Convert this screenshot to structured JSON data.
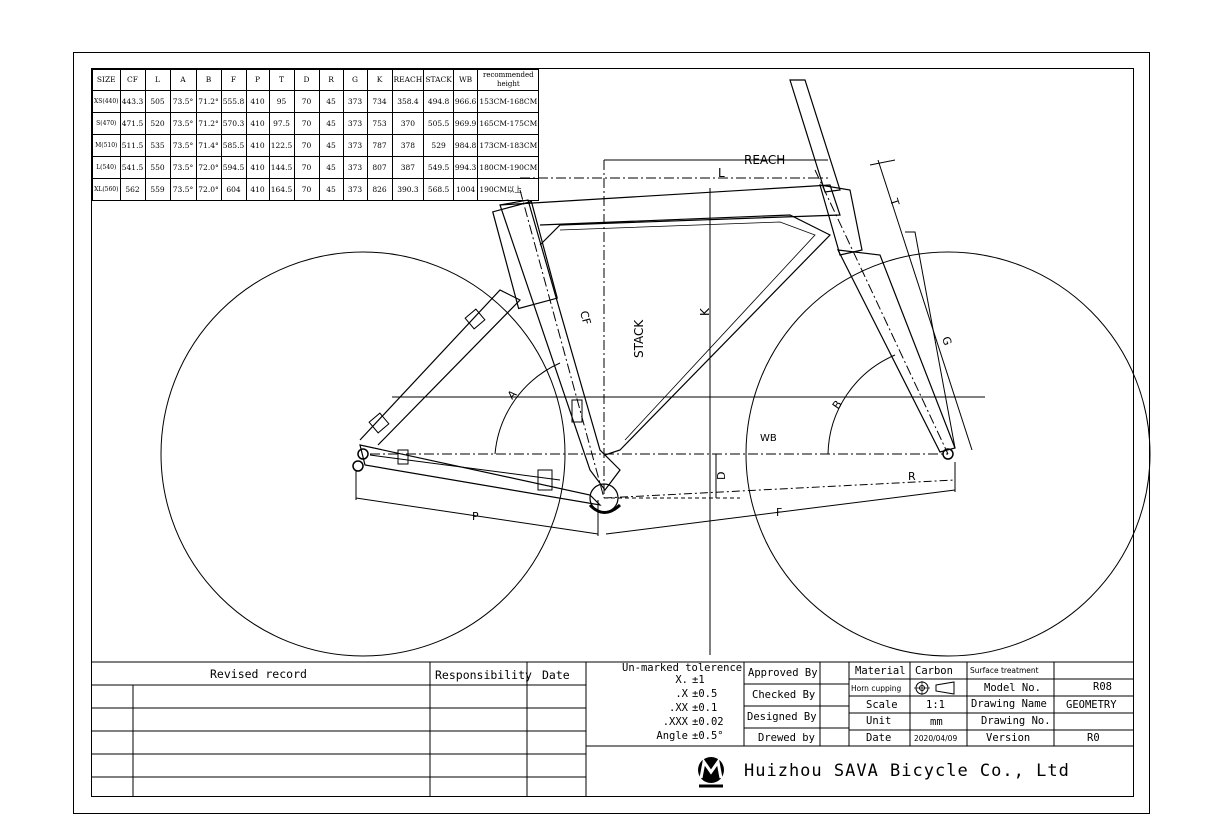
{
  "geometry_table": {
    "headers": [
      "SIZE",
      "CF",
      "L",
      "A",
      "B",
      "F",
      "P",
      "T",
      "D",
      "R",
      "G",
      "K",
      "REACH",
      "STACK",
      "WB",
      "recommended height"
    ],
    "rows": [
      [
        "XS(440)",
        "443.3",
        "505",
        "73.5°",
        "71.2°",
        "555.8",
        "410",
        "95",
        "70",
        "45",
        "373",
        "734",
        "358.4",
        "494.8",
        "966.6",
        "153CM-168CM"
      ],
      [
        "S(470)",
        "471.5",
        "520",
        "73.5°",
        "71.2°",
        "570.3",
        "410",
        "97.5",
        "70",
        "45",
        "373",
        "753",
        "370",
        "505.5",
        "969.9",
        "165CM-175CM"
      ],
      [
        "M(510)",
        "511.5",
        "535",
        "73.5°",
        "71.4°",
        "585.5",
        "410",
        "122.5",
        "70",
        "45",
        "373",
        "787",
        "378",
        "529",
        "984.8",
        "173CM-183CM"
      ],
      [
        "L(540)",
        "541.5",
        "550",
        "73.5°",
        "72.0°",
        "594.5",
        "410",
        "144.5",
        "70",
        "45",
        "373",
        "807",
        "387",
        "549.5",
        "994.3",
        "180CM-190CM"
      ],
      [
        "XL(560)",
        "562",
        "559",
        "73.5°",
        "72.0°",
        "604",
        "410",
        "164.5",
        "70",
        "45",
        "373",
        "826",
        "390.3",
        "568.5",
        "1004",
        "190CM以上"
      ]
    ]
  },
  "drawing_labels": {
    "reach": "REACH",
    "l": "L",
    "t": "T",
    "cf": "CF",
    "stack": "STACK",
    "k": "K",
    "g": "G",
    "a": "A",
    "b": "B",
    "wb": "WB",
    "d": "D",
    "r": "R",
    "p": "P",
    "f": "F"
  },
  "revised_record": {
    "title": "Revised record",
    "responsibility": "Responsibility",
    "date": "Date"
  },
  "tolerance": {
    "title": "Un-marked tolerence",
    "rows": [
      {
        "key": "X.",
        "value": "±1"
      },
      {
        "key": ".X",
        "value": "±0.5"
      },
      {
        "key": ".XX",
        "value": "±0.1"
      },
      {
        "key": ".XXX",
        "value": "±0.02"
      },
      {
        "key": "Angle",
        "value": "±0.5°"
      }
    ]
  },
  "approvals": {
    "approved": "Approved By",
    "checked": "Checked By",
    "designed": "Designed By",
    "drewed": "Drewed by"
  },
  "title_block": {
    "material_label": "Material",
    "material_value": "Carbon",
    "surface_label": "Surface treatment",
    "horn_label": "Horn cupping",
    "model_label": "Model No.",
    "model_value": "R08",
    "scale_label": "Scale",
    "scale_value": "1:1",
    "drawing_name_label": "Drawing Name",
    "drawing_name_value": "GEOMETRY",
    "unit_label": "Unit",
    "unit_value": "mm",
    "drawing_no_label": "Drawing No.",
    "date_label": "Date",
    "date_value": "2020/04/09",
    "version_label": "Version",
    "version_value": "R0"
  },
  "company": "Huizhou SAVA Bicycle  Co., Ltd",
  "icons": {
    "logo": "sava-m-logo-icon",
    "projection": "third-angle-projection-icon"
  }
}
